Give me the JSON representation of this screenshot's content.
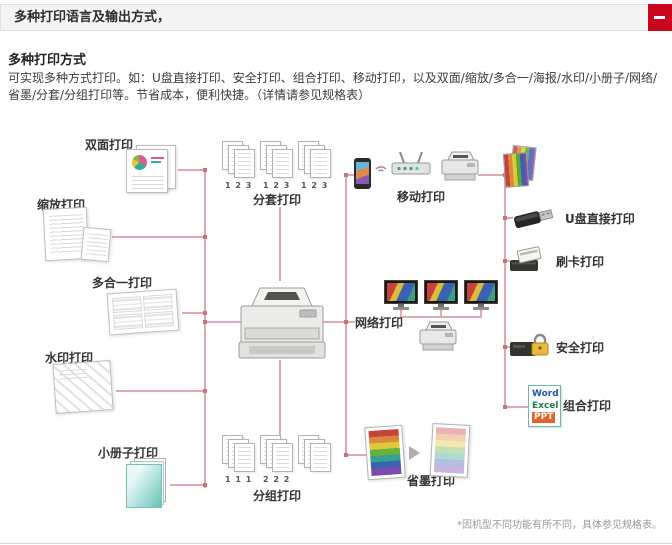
{
  "colors": {
    "accent": "#cb0720",
    "line": "#e2a7af",
    "node": "#c5737f"
  },
  "header": {
    "title": "多种打印语言及输出方式，"
  },
  "section": {
    "heading": "多种打印方式",
    "body": "可实现多种方式打印。如：U盘直接打印、安全打印、组合打印、移动打印，以及双面/缩放/多合一/海报/水印/小册子/网络/省墨/分套/分组打印等。节省成本，便利快捷。（详情请参见规格表）"
  },
  "diagram": {
    "labels": {
      "duplex": "双面打印",
      "zoom": "缩放打印",
      "n_in_1": "多合一打印",
      "watermark": "水印打印",
      "booklet": "小册子打印",
      "collate": "分套打印",
      "group": "分组打印",
      "mobile": "移动打印",
      "usb_direct": "U盘直接打印",
      "card": "刷卡打印",
      "network": "网络打印",
      "secure": "安全打印",
      "combine": "组合打印",
      "ink_save": "省墨打印"
    },
    "collate_digits": [
      "1 2 3",
      "1 2 3",
      "1 2 3"
    ],
    "group_digits": [
      "1 1 1",
      "2 2 2"
    ],
    "office_apps": [
      "Word",
      "Excel",
      "PPT"
    ]
  },
  "footnote": "*因机型不同功能有所不同，具体参见规格表。"
}
